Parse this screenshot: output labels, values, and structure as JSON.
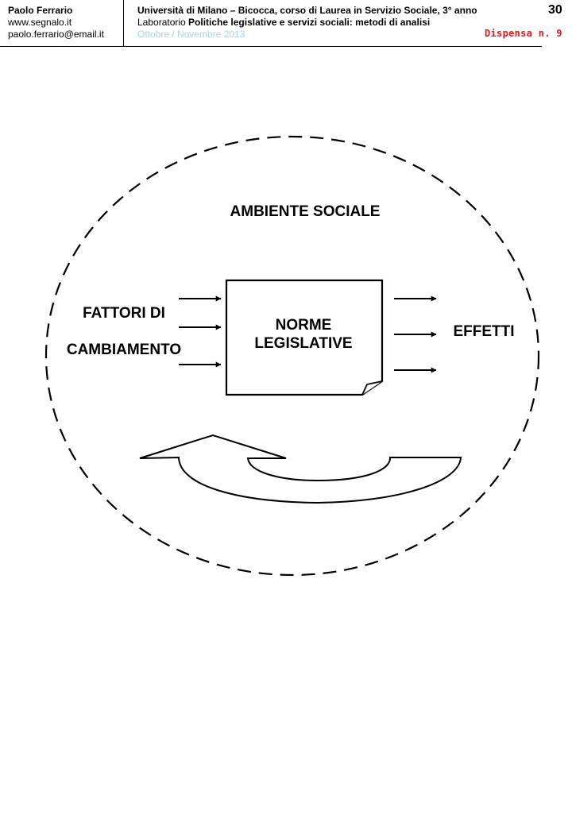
{
  "header": {
    "author": "Paolo Ferrario",
    "website": "www.segnalo.it",
    "email": "paolo.ferrario@email.it",
    "university_line": "Università di Milano – Bicocca, corso di  Laurea in Servizio Sociale, 3° anno",
    "lab_prefix": "Laboratorio ",
    "lab_title": "Politiche legislative e servizi sociali: metodi di analisi",
    "period": "Ottobre / Novembre 2013",
    "page_number": "30",
    "dispensa": "Dispensa n. 9"
  },
  "diagram": {
    "environment_label": "AMBIENTE SOCIALE",
    "input_label_line1": "FATTORI DI",
    "input_label_line2": "CAMBIAMENTO",
    "box_label_line1": "NORME",
    "box_label_line2": "LEGISLATIVE",
    "output_label": "EFFETTI"
  }
}
